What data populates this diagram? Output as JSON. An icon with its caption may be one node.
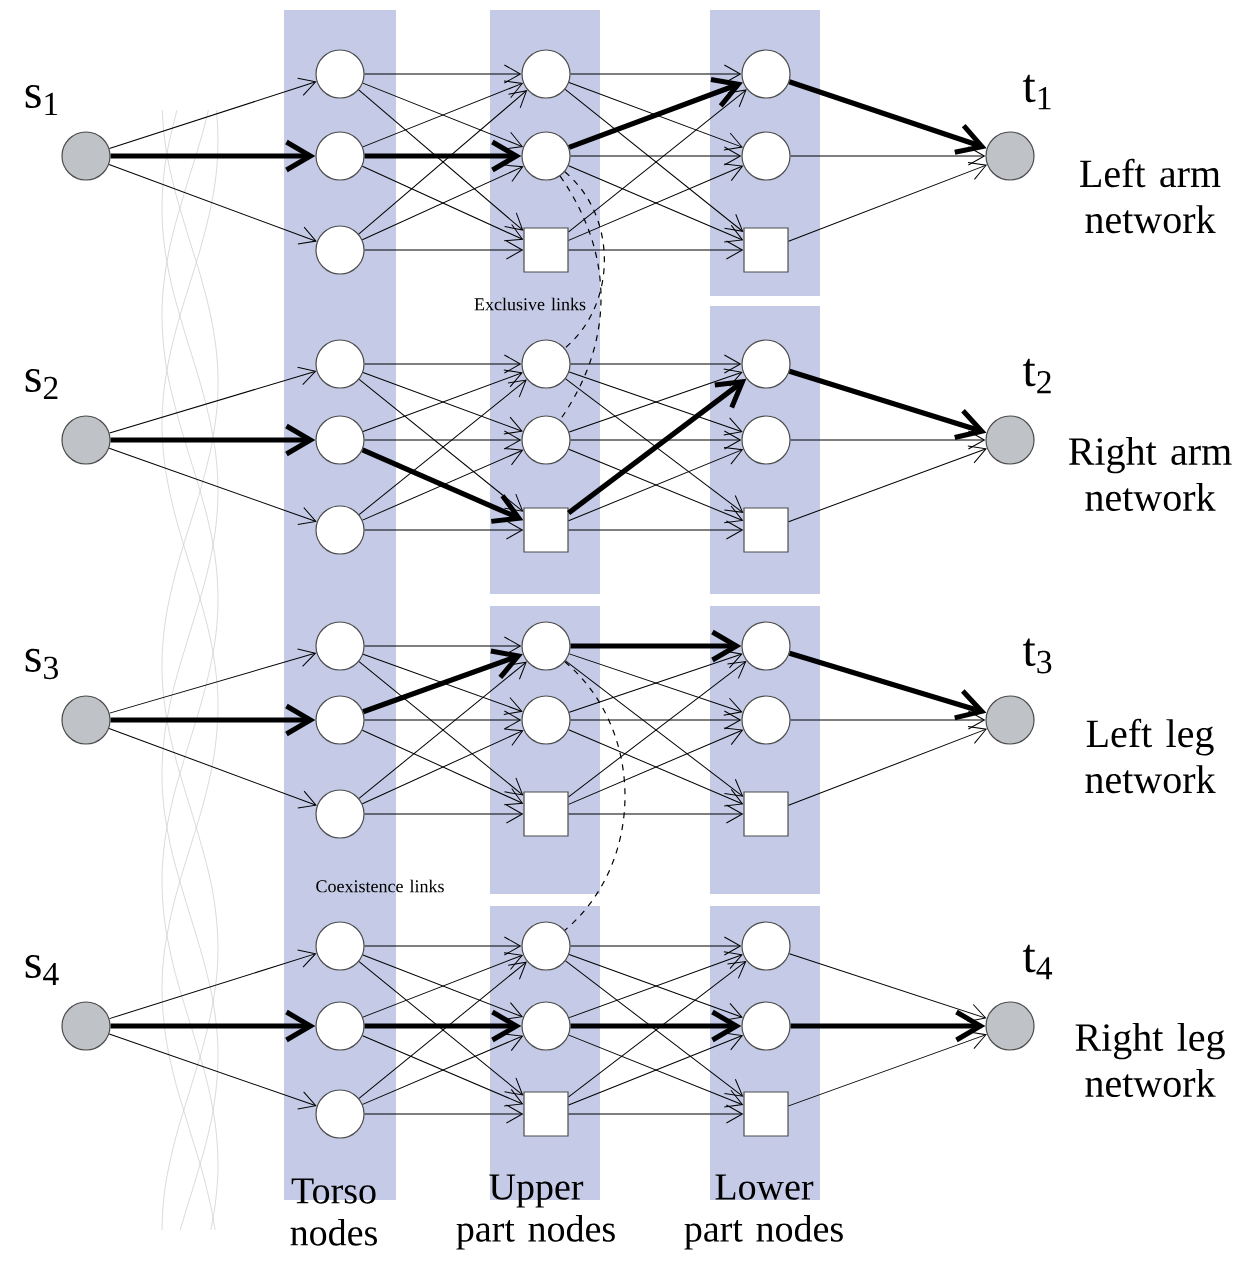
{
  "diagram": {
    "nodes": [
      {
        "text": [],
        "shape": "circle",
        "beside": [
          "s$_{1}$"
        ]
      },
      {
        "text": [],
        "shape": "circle"
      },
      {
        "text": [],
        "shape": "circle"
      },
      {
        "text": [],
        "shape": "circle"
      },
      {
        "text": [],
        "shape": "circle"
      },
      {
        "text": [],
        "shape": "circle"
      },
      {
        "text": [],
        "shape": "box"
      },
      {
        "text": [],
        "shape": "circle"
      },
      {
        "text": [],
        "shape": "circle"
      },
      {
        "text": [],
        "shape": "box"
      },
      {
        "text": [],
        "shape": "circle",
        "beside": [
          "t$_{1}$"
        ]
      },
      {
        "text": [],
        "shape": "circle",
        "beside": [
          "s$_{2}$"
        ]
      },
      {
        "text": [],
        "shape": "circle"
      },
      {
        "text": [],
        "shape": "circle"
      },
      {
        "text": [],
        "shape": "circle"
      },
      {
        "text": [],
        "shape": "circle"
      },
      {
        "text": [],
        "shape": "circle"
      },
      {
        "text": [],
        "shape": "box"
      },
      {
        "text": [],
        "shape": "circle"
      },
      {
        "text": [],
        "shape": "circle"
      },
      {
        "text": [],
        "shape": "box"
      },
      {
        "text": [],
        "shape": "circle",
        "beside": [
          "t$_{2}$"
        ]
      },
      {
        "text": [],
        "shape": "circle",
        "beside": [
          "s$_{3}$"
        ]
      },
      {
        "text": [],
        "shape": "circle"
      },
      {
        "text": [],
        "shape": "circle"
      },
      {
        "text": [],
        "shape": "circle"
      },
      {
        "text": [],
        "shape": "circle"
      },
      {
        "text": [],
        "shape": "circle"
      },
      {
        "text": [],
        "shape": "box"
      },
      {
        "text": [],
        "shape": "circle"
      },
      {
        "text": [],
        "shape": "circle"
      },
      {
        "text": [],
        "shape": "box"
      },
      {
        "text": [],
        "shape": "circle",
        "beside": [
          "t$_{3}$"
        ]
      },
      {
        "text": [],
        "shape": "circle",
        "beside": [
          "s$_{4}$"
        ]
      },
      {
        "text": [],
        "shape": "circle"
      },
      {
        "text": [],
        "shape": "circle"
      },
      {
        "text": [],
        "shape": "circle"
      },
      {
        "text": [],
        "shape": "circle"
      },
      {
        "text": [],
        "shape": "circle"
      },
      {
        "text": [],
        "shape": "box"
      },
      {
        "text": [],
        "shape": "circle"
      },
      {
        "text": [],
        "shape": "circle"
      },
      {
        "text": [],
        "shape": "box"
      },
      {
        "text": [],
        "shape": "circle",
        "beside": [
          "t$_{4}$"
        ]
      }
    ],
    "edges": [
      {
        "from": 0,
        "to": 1,
        "arrow": "to"
      },
      {
        "from": 0,
        "to": 2,
        "arrow": "to",
        "style": "thick"
      },
      {
        "from": 0,
        "to": 3,
        "arrow": "to"
      },
      {
        "from": 1,
        "to": 4,
        "arrow": "to"
      },
      {
        "from": 1,
        "to": 5,
        "arrow": "to"
      },
      {
        "from": 1,
        "to": 6,
        "arrow": "to"
      },
      {
        "from": 2,
        "to": 4,
        "arrow": "to"
      },
      {
        "from": 2,
        "to": 5,
        "arrow": "to",
        "style": "thick"
      },
      {
        "from": 2,
        "to": 6,
        "arrow": "to"
      },
      {
        "from": 3,
        "to": 4,
        "arrow": "to"
      },
      {
        "from": 3,
        "to": 5,
        "arrow": "to"
      },
      {
        "from": 3,
        "to": 6,
        "arrow": "to"
      },
      {
        "from": 4,
        "to": 7,
        "arrow": "to"
      },
      {
        "from": 4,
        "to": 8,
        "arrow": "to"
      },
      {
        "from": 4,
        "to": 9,
        "arrow": "to"
      },
      {
        "from": 5,
        "to": 7,
        "arrow": "to",
        "style": "thick"
      },
      {
        "from": 5,
        "to": 8,
        "arrow": "to"
      },
      {
        "from": 5,
        "to": 9,
        "arrow": "to"
      },
      {
        "from": 6,
        "to": 7,
        "arrow": "to"
      },
      {
        "from": 6,
        "to": 8,
        "arrow": "to"
      },
      {
        "from": 6,
        "to": 9,
        "arrow": "to"
      },
      {
        "from": 7,
        "to": 10,
        "arrow": "to",
        "style": "thick"
      },
      {
        "from": 8,
        "to": 10,
        "arrow": "to"
      },
      {
        "from": 9,
        "to": 10,
        "arrow": "to"
      },
      {
        "from": 11,
        "to": 12,
        "arrow": "to"
      },
      {
        "from": 11,
        "to": 13,
        "arrow": "to",
        "style": "thick"
      },
      {
        "from": 11,
        "to": 14,
        "arrow": "to"
      },
      {
        "from": 12,
        "to": 15,
        "arrow": "to"
      },
      {
        "from": 12,
        "to": 16,
        "arrow": "to"
      },
      {
        "from": 12,
        "to": 17,
        "arrow": "to"
      },
      {
        "from": 13,
        "to": 15,
        "arrow": "to"
      },
      {
        "from": 13,
        "to": 16,
        "arrow": "to"
      },
      {
        "from": 13,
        "to": 17,
        "arrow": "to",
        "style": "thick"
      },
      {
        "from": 14,
        "to": 15,
        "arrow": "to"
      },
      {
        "from": 14,
        "to": 16,
        "arrow": "to"
      },
      {
        "from": 14,
        "to": 17,
        "arrow": "to"
      },
      {
        "from": 15,
        "to": 18,
        "arrow": "to"
      },
      {
        "from": 15,
        "to": 19,
        "arrow": "to"
      },
      {
        "from": 15,
        "to": 20,
        "arrow": "to"
      },
      {
        "from": 16,
        "to": 18,
        "arrow": "to"
      },
      {
        "from": 16,
        "to": 19,
        "arrow": "to"
      },
      {
        "from": 16,
        "to": 20,
        "arrow": "to"
      },
      {
        "from": 17,
        "to": 18,
        "arrow": "to",
        "style": "thick"
      },
      {
        "from": 17,
        "to": 19,
        "arrow": "to"
      },
      {
        "from": 17,
        "to": 20,
        "arrow": "to"
      },
      {
        "from": 18,
        "to": 21,
        "arrow": "to",
        "style": "thick"
      },
      {
        "from": 19,
        "to": 21,
        "arrow": "to"
      },
      {
        "from": 20,
        "to": 21,
        "arrow": "to"
      },
      {
        "from": 22,
        "to": 23,
        "arrow": "to"
      },
      {
        "from": 22,
        "to": 24,
        "arrow": "to",
        "style": "thick"
      },
      {
        "from": 22,
        "to": 25,
        "arrow": "to"
      },
      {
        "from": 23,
        "to": 26,
        "arrow": "to"
      },
      {
        "from": 23,
        "to": 27,
        "arrow": "to"
      },
      {
        "from": 23,
        "to": 28,
        "arrow": "to"
      },
      {
        "from": 24,
        "to": 26,
        "arrow": "to",
        "style": "thick"
      },
      {
        "from": 24,
        "to": 27,
        "arrow": "to"
      },
      {
        "from": 24,
        "to": 28,
        "arrow": "to"
      },
      {
        "from": 25,
        "to": 26,
        "arrow": "to"
      },
      {
        "from": 25,
        "to": 27,
        "arrow": "to"
      },
      {
        "from": 25,
        "to": 28,
        "arrow": "to"
      },
      {
        "from": 26,
        "to": 29,
        "arrow": "to",
        "style": "thick"
      },
      {
        "from": 26,
        "to": 30,
        "arrow": "to"
      },
      {
        "from": 26,
        "to": 31,
        "arrow": "to"
      },
      {
        "from": 27,
        "to": 29,
        "arrow": "to"
      },
      {
        "from": 27,
        "to": 30,
        "arrow": "to"
      },
      {
        "from": 27,
        "to": 31,
        "arrow": "to"
      },
      {
        "from": 28,
        "to": 29,
        "arrow": "to"
      },
      {
        "from": 28,
        "to": 30,
        "arrow": "to"
      },
      {
        "from": 28,
        "to": 31,
        "arrow": "to"
      },
      {
        "from": 29,
        "to": 32,
        "arrow": "to",
        "style": "thick"
      },
      {
        "from": 30,
        "to": 32,
        "arrow": "to"
      },
      {
        "from": 31,
        "to": 32,
        "arrow": "to"
      },
      {
        "from": 33,
        "to": 34,
        "arrow": "to"
      },
      {
        "from": 33,
        "to": 35,
        "arrow": "to",
        "style": "thick"
      },
      {
        "from": 33,
        "to": 36,
        "arrow": "to"
      },
      {
        "from": 34,
        "to": 37,
        "arrow": "to"
      },
      {
        "from": 34,
        "to": 38,
        "arrow": "to"
      },
      {
        "from": 34,
        "to": 39,
        "arrow": "to"
      },
      {
        "from": 35,
        "to": 37,
        "arrow": "to"
      },
      {
        "from": 35,
        "to": 38,
        "arrow": "to",
        "style": "thick"
      },
      {
        "from": 35,
        "to": 39,
        "arrow": "to"
      },
      {
        "from": 36,
        "to": 37,
        "arrow": "to"
      },
      {
        "from": 36,
        "to": 38,
        "arrow": "to"
      },
      {
        "from": 36,
        "to": 39,
        "arrow": "to"
      },
      {
        "from": 37,
        "to": 40,
        "arrow": "to"
      },
      {
        "from": 37,
        "to": 41,
        "arrow": "to"
      },
      {
        "from": 37,
        "to": 42,
        "arrow": "to"
      },
      {
        "from": 38,
        "to": 40,
        "arrow": "to"
      },
      {
        "from": 38,
        "to": 41,
        "arrow": "to",
        "style": "thick"
      },
      {
        "from": 38,
        "to": 42,
        "arrow": "to"
      },
      {
        "from": 39,
        "to": 40,
        "arrow": "to"
      },
      {
        "from": 39,
        "to": 41,
        "arrow": "to"
      },
      {
        "from": 39,
        "to": 42,
        "arrow": "to"
      },
      {
        "from": 40,
        "to": 43,
        "arrow": "to"
      },
      {
        "from": 41,
        "to": 43,
        "arrow": "to",
        "style": "thick"
      },
      {
        "from": 42,
        "to": 43,
        "arrow": "to"
      },
      {
        "from": 5,
        "to": 15,
        "arrow": "none",
        "style": "dashed"
      },
      {
        "from": 5,
        "to": 16,
        "arrow": "none",
        "style": "dashed"
      },
      {
        "from": 26,
        "to": 37,
        "arrow": "none",
        "style": "dashed"
      }
    ],
    "labels": [
      "Left arm network",
      "Right arm network",
      "Left leg network",
      "Right leg network",
      "Exclusive links",
      "Coexistence links",
      "Torso nodes",
      "Upper part nodes",
      "Lower part nodes"
    ]
  }
}
